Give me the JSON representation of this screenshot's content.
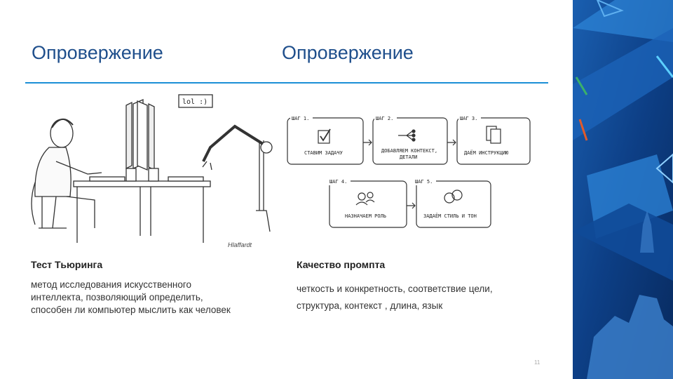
{
  "slide": {
    "title_left": "Опровержение",
    "title_right": "Опровержение",
    "page_number": "11"
  },
  "cartoon": {
    "screen_text": "lol :)",
    "signature": "Hlaffardt"
  },
  "steps": [
    {
      "tag": "ШАГ 1.",
      "text": "СТАВИМ ЗАДАЧУ"
    },
    {
      "tag": "ШАГ 2.",
      "text": "ДОБАВЛЯЕМ КОНТЕКСТ,",
      "text2": "ДЕТАЛИ"
    },
    {
      "tag": "ШАГ 3.",
      "text": "ДАЁМ ИНСТРУКЦИЮ"
    },
    {
      "tag": "ШАГ 4.",
      "text": "НАЗНАЧАЕМ РОЛЬ"
    },
    {
      "tag": "ШАГ 5.",
      "text": "ЗАДАЁМ СТИЛЬ И ТОН"
    }
  ],
  "left_caption": {
    "title": "Тест Тьюринга",
    "lines": [
      "метод исследования искусственного",
      "интеллекта, позволяющий определить,",
      "способен ли компьютер мыслить как человек"
    ]
  },
  "right_caption": {
    "title": "Качество промпта",
    "lines": [
      "четкость и конкретность, соответствие цели,",
      "структура, контекст , длина, язык"
    ]
  },
  "colors": {
    "title": "#1f4f8c",
    "rule": "#1c8fd6",
    "sidebar_dark": "#0b3a7a",
    "sidebar_light": "#2a8ae0"
  }
}
